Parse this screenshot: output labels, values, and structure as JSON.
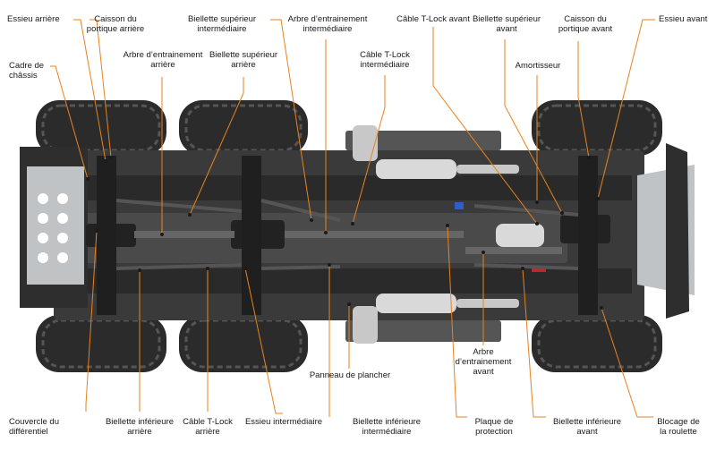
{
  "colors": {
    "leader": "#e8821e",
    "tire": "#2b2b2b",
    "tire_tread": "#4a4a4a",
    "chassis": "#3a3a3a",
    "chassis_dark": "#222222",
    "plate": "#bfc3c6",
    "plate_hole": "#ffffff",
    "exhaust": "#c8c8c8",
    "motor": "#d9d9d9",
    "accent_blue": "#2f5bd0",
    "accent_red": "#c0262b"
  },
  "labels": {
    "essieu_arriere": [
      "Essieu arrière"
    ],
    "caisson_portique_arriere": [
      "Caisson du",
      "portique arrière"
    ],
    "biellette_sup_intermediaire": [
      "Biellette supérieur",
      "intermédiaire"
    ],
    "arbre_entrainement_intermediaire": [
      "Arbre d’entrainement",
      "intermédiaire"
    ],
    "cable_tlock_avant": [
      "Câble T-Lock avant"
    ],
    "biellette_sup_avant": [
      "Biellette supérieur",
      "avant"
    ],
    "caisson_portique_avant": [
      "Caisson du",
      "portique avant"
    ],
    "essieu_avant": [
      "Essieu avant"
    ],
    "cadre_chassis": [
      "Cadre de",
      "châssis"
    ],
    "arbre_entrainement_arriere": [
      "Arbre d’entrainement",
      "arrière"
    ],
    "biellette_sup_arriere": [
      "Biellette supérieur",
      "arrière"
    ],
    "cable_tlock_intermediaire": [
      "Câble T-Lock",
      "intermédiaire"
    ],
    "amortisseur": [
      "Amortisseur"
    ],
    "panneau_plancher": [
      "Panneau de plancher"
    ],
    "arbre_entrainement_avant": [
      "Arbre",
      "d’entrainement",
      "avant"
    ],
    "couvercle_differentiel": [
      "Couvercle du",
      "différentiel"
    ],
    "biellette_inf_arriere": [
      "Biellette inférieure",
      "arrière"
    ],
    "cable_tlock_arriere": [
      "Câble T-Lock",
      "arrière"
    ],
    "essieu_intermediaire": [
      "Essieu intermédiaire"
    ],
    "biellette_inf_intermediaire": [
      "Biellette inférieure",
      "intermédiaire"
    ],
    "plaque_protection": [
      "Plaque de",
      "protection"
    ],
    "biellette_inf_avant": [
      "Biellette inférieure",
      "avant"
    ],
    "blocage_roulette": [
      "Blocage de",
      "la roulette"
    ]
  }
}
